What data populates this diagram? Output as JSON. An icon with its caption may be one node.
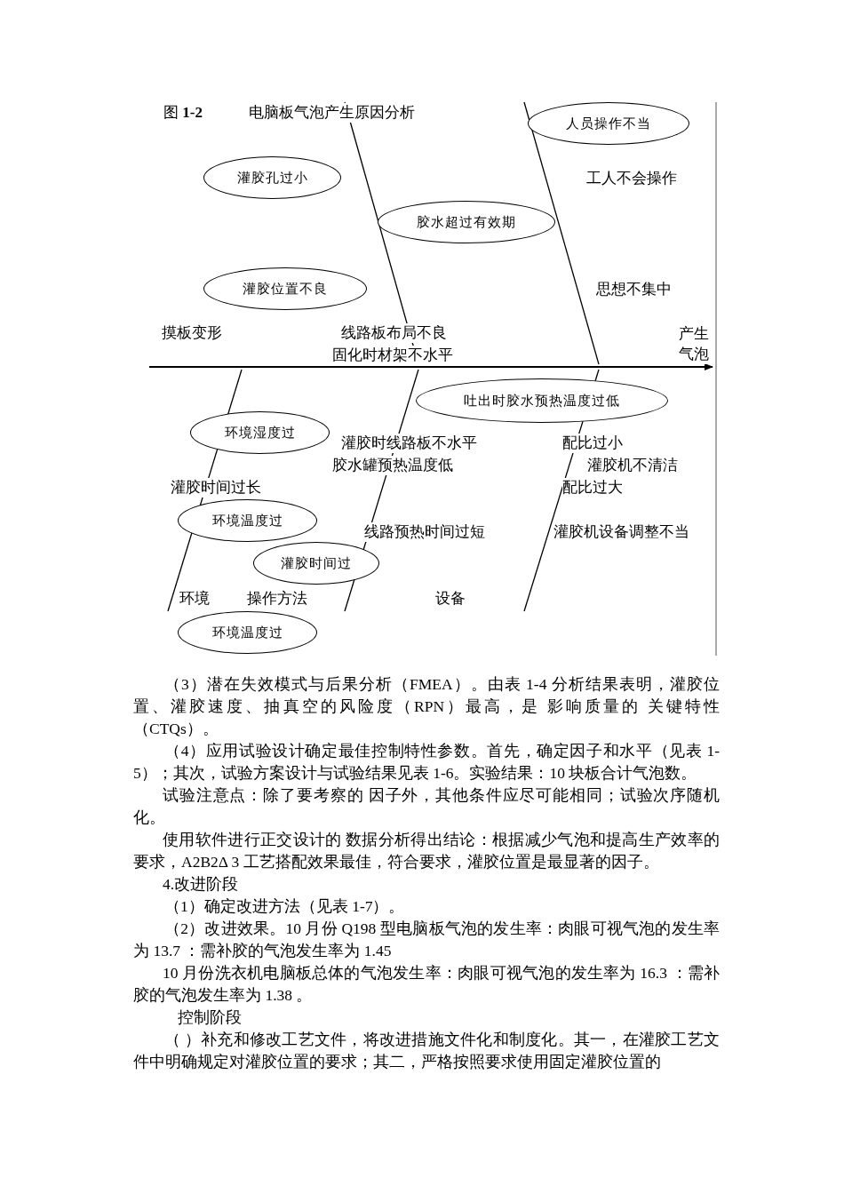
{
  "diagram": {
    "title": "电脑板气泡产生原因分析",
    "nodes": [
      {
        "text": [
          "人员操作不当"
        ]
      },
      {
        "text": [
          "灌胶孔过小"
        ]
      },
      {
        "text": [
          "胶水超过有效期"
        ]
      },
      {
        "text": [
          "灌胶位置不良"
        ]
      },
      {
        "text": [
          "产生气泡"
        ]
      },
      {
        "text": [
          "吐出时胶水预热温度过低"
        ]
      },
      {
        "text": [
          "环境湿度过"
        ]
      },
      {
        "text": [
          "环境温度过"
        ]
      },
      {
        "text": [
          "灌胶时间过"
        ]
      },
      {
        "text": [
          "环境温度过"
        ]
      }
    ],
    "edges": [
      {
        "from": null,
        "to": 4,
        "arrow": "to"
      }
    ],
    "labels": [
      "图 **1-2**",
      "工人不会操作",
      "思想不集中",
      "摸板变形",
      "线路板布局不良",
      "固化时材架不水平",
      "灌胶时线路板不水平",
      "胶水罐预热温度低",
      "配比过小",
      "灌胶机不清洁",
      "灌胶时间过长",
      "配比过大",
      "线路预热时间过短",
      "灌胶机设备调整不当",
      "环境",
      "操作方法",
      "设备",
      "（3）潜在失效模式与后果分析（FMEA）。由表 1-4 分析结果表明，灌胶位置、灌胶速度、抽真空的风险度（RPN）最高，是 影响质量的 关键特性（CTQs）。",
      "（4）应用试验设计确定最佳控制特性参数。首先，确定因子和水平（见表 1-5）；其次，试验方案设计与试验结果见表 1-6。实验结果：10 块板合计气泡数。",
      "试验注意点：除了要考察的 因子外，其他条件应尽可能相同；试验次序随机化。",
      "使用软件进行正交设计的 数据分析得出结论：根据减少气泡和提高生产效率的要求，A2B2Δ 3 工艺搭配效果最佳，符合要求，灌胶位置是最显著的因子。",
      "4.改进阶段",
      "（1）确定改进方法（见表 1-7）。",
      "（2）改进效果。10 月份 Q198 型电脑板气泡的发生率：肉眼可视气泡的发生率为 13.7 ：需补胶的气泡发生率为 1.45",
      "10 月份洗衣机电脑板总体的气泡发生率：肉眼可视气泡的发生率为 16.3 ：需补胶的气泡发生率为 1.38 。",
      "控制阶段",
      "（ ）补充和修改工艺文件，将改进措施文件化和制度化。其一，在灌胶工艺文件中明确规定对灌胶位置的要求；其二，严格按照要求使用固定灌胶位置的"
    ]
  }
}
